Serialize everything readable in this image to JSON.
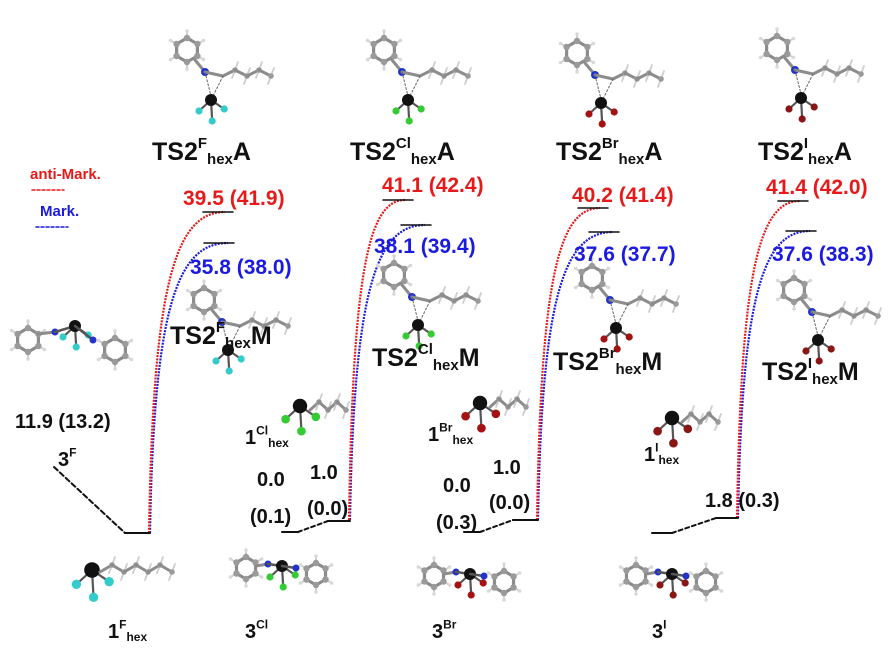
{
  "legend": {
    "anti_label": "anti-Mark.",
    "mark_label": "Mark.",
    "anti_color": "#e61a1a",
    "mark_color": "#1a1ae0"
  },
  "systems": [
    {
      "id": "F",
      "ts_anti": {
        "base": "TS2",
        "sup": "F",
        "sub": "hex",
        "end": "A",
        "energy": "39.5 (41.9)"
      },
      "ts_mark": {
        "base": "TS2",
        "sup": "F",
        "sub": "hex",
        "end": "M",
        "energy": "35.8 (38.0)"
      },
      "reactant": {
        "base": "1",
        "sup": "F",
        "sub": "hex"
      },
      "complex": {
        "base": "3",
        "sup": "F",
        "energy": "11.9 (13.2)"
      }
    },
    {
      "id": "Cl",
      "ts_anti": {
        "base": "TS2",
        "sup": "Cl",
        "sub": "hex",
        "end": "A",
        "energy": "41.1 (42.4)"
      },
      "ts_mark": {
        "base": "TS2",
        "sup": "Cl",
        "sub": "hex",
        "end": "M",
        "energy": "38.1 (39.4)"
      },
      "reactant": {
        "base": "1",
        "sup": "Cl",
        "sub": "hex",
        "energy": "1.0",
        "energy2": "(0.0)"
      },
      "complex": {
        "base": "3",
        "sup": "Cl",
        "energy": "0.0",
        "energy2": "(0.1)"
      }
    },
    {
      "id": "Br",
      "ts_anti": {
        "base": "TS2",
        "sup": "Br",
        "sub": "hex",
        "end": "A",
        "energy": "40.2 (41.4)"
      },
      "ts_mark": {
        "base": "TS2",
        "sup": "Br",
        "sub": "hex",
        "end": "M",
        "energy": "37.6 (37.7)"
      },
      "reactant": {
        "base": "1",
        "sup": "Br",
        "sub": "hex",
        "energy": "1.0",
        "energy2": "(0.0)"
      },
      "complex": {
        "base": "3",
        "sup": "Br",
        "energy": "0.0",
        "energy2": "(0.3)"
      }
    },
    {
      "id": "I",
      "ts_anti": {
        "base": "TS2",
        "sup": "I",
        "sub": "hex",
        "end": "A",
        "energy": "41.4 (42.0)"
      },
      "ts_mark": {
        "base": "TS2",
        "sup": "I",
        "sub": "hex",
        "end": "M",
        "energy": "37.6 (38.3)"
      },
      "reactant": {
        "base": "1",
        "sup": "I",
        "sub": "hex",
        "energy": "1.8 (0.3)"
      },
      "complex": {
        "base": "3",
        "sup": "I"
      }
    }
  ],
  "atom_colors": {
    "carbon": "#9a9a9a",
    "hydrogen": "#d9d9d9",
    "nitrogen": "#2233cc",
    "central_carbon": "#111111",
    "F": "#33cccc",
    "Cl": "#33cc33",
    "Br": "#a51212",
    "I": "#8a1515"
  }
}
